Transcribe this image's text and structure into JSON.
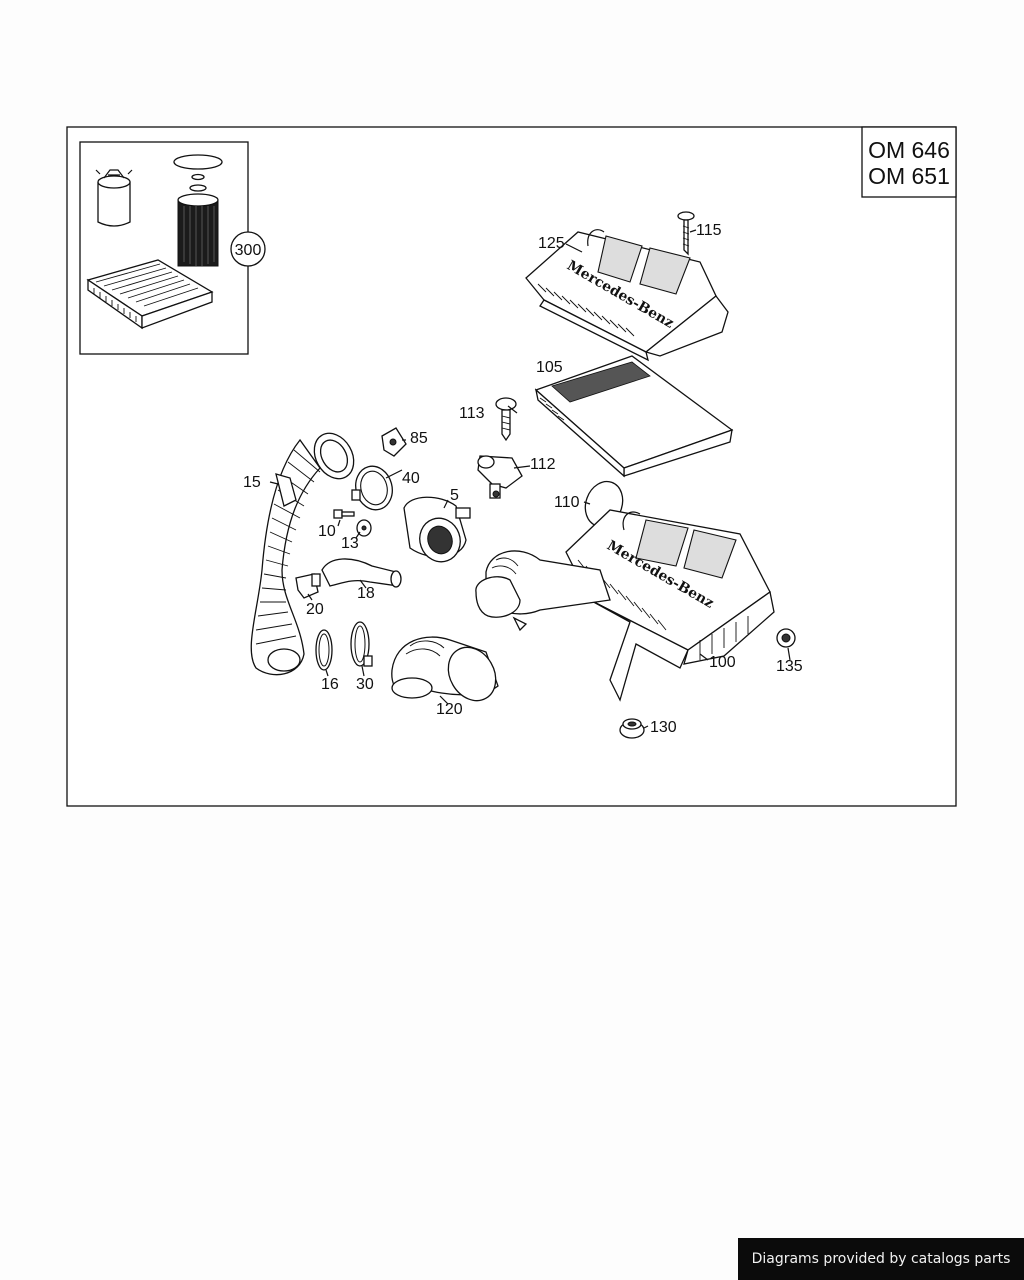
{
  "engine_codes": [
    "OM 646",
    "OM 651"
  ],
  "kit": {
    "number": "300"
  },
  "brand_text": "Mercedes-Benz",
  "callouts": {
    "c5": "5",
    "c10": "10",
    "c13": "13",
    "c15": "15",
    "c16": "16",
    "c18": "18",
    "c20": "20",
    "c30": "30",
    "c40": "40",
    "c85": "85",
    "c100": "100",
    "c105": "105",
    "c110": "110",
    "c112": "112",
    "c113": "113",
    "c115": "115",
    "c120": "120",
    "c125": "125",
    "c130": "130",
    "c135": "135"
  },
  "footer_text": "Diagrams provided by catalogs parts",
  "colors": {
    "line": "#111111",
    "footer_bg": "#0b0b0b",
    "footer_text": "#f2f2f2"
  }
}
